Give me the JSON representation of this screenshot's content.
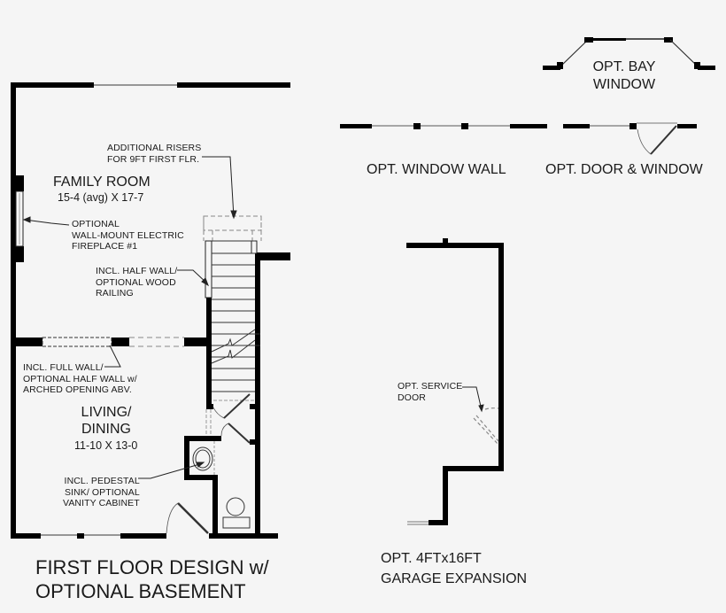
{
  "diagram": {
    "title_line1": "FIRST FLOOR DESIGN w/",
    "title_line2": "OPTIONAL BASEMENT",
    "background": "#f5f5f5",
    "wall_color": "#000000"
  },
  "rooms": {
    "family_room": {
      "name": "FAMILY ROOM",
      "dimensions": "15-4 (avg) X 17-7"
    },
    "living_dining": {
      "name_line1": "LIVING/",
      "name_line2": "DINING",
      "dimensions": "11-10 X 13-0"
    }
  },
  "notes": {
    "risers": {
      "line1": "ADDITIONAL RISERS",
      "line2": "FOR 9FT FIRST FLR."
    },
    "fireplace": {
      "line1": "OPTIONAL",
      "line2": "WALL-MOUNT ELECTRIC",
      "line3": "FIREPLACE #1"
    },
    "half_wall": {
      "line1": "INCL. HALF WALL/",
      "line2": "OPTIONAL WOOD",
      "line3": "RAILING"
    },
    "full_wall": {
      "line1": "INCL. FULL WALL/",
      "line2": "OPTIONAL HALF WALL w/",
      "line3": "ARCHED OPENING ABV."
    },
    "pedestal_sink": {
      "line1": "INCL. PEDESTAL",
      "line2": "SINK/ OPTIONAL",
      "line3": "VANITY CABINET"
    },
    "service_door": {
      "line1": "OPT. SERVICE",
      "line2": "DOOR"
    }
  },
  "options": {
    "bay_window": {
      "line1": "OPT. BAY",
      "line2": "WINDOW"
    },
    "window_wall": {
      "label": "OPT. WINDOW WALL"
    },
    "door_window": {
      "label": "OPT. DOOR & WINDOW"
    },
    "garage_expansion": {
      "line1": "OPT. 4FTx16FT",
      "line2": "GARAGE EXPANSION"
    }
  }
}
